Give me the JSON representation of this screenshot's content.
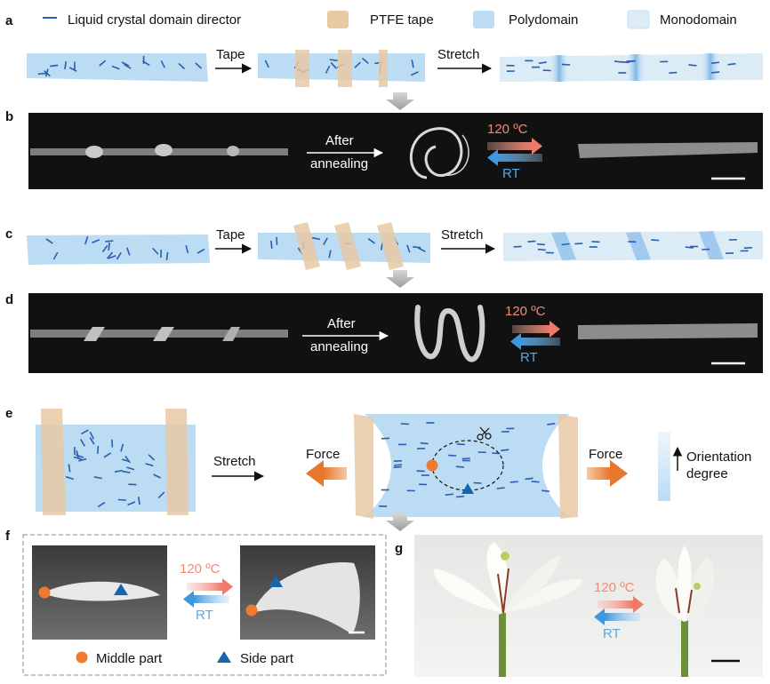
{
  "legend": {
    "director": "Liquid crystal domain director",
    "ptfe": "PTFE tape",
    "poly": "Polydomain",
    "mono": "Monodomain"
  },
  "panels": {
    "a": "a",
    "b": "b",
    "c": "c",
    "d": "d",
    "e": "e",
    "f": "f",
    "g": "g"
  },
  "steps": {
    "tape": "Tape",
    "stretch": "Stretch",
    "after": "After",
    "annealing": "annealing"
  },
  "temps": {
    "hot": "120 ºC",
    "rt": "RT"
  },
  "panel_e": {
    "force": "Force",
    "orientation": "Orientation",
    "degree": "degree"
  },
  "panel_f": {
    "middle": "Middle part",
    "side": "Side part"
  },
  "colors": {
    "director": "#2a5db0",
    "poly": "#bcdcf3",
    "mono": "#dcecf7",
    "tape": "#e7c9a4",
    "hot": "#f08a78",
    "cold": "#5aa8e0",
    "force": "#e8772e",
    "marker_circle": "#ee7b30",
    "marker_triangle": "#1565b0"
  },
  "icons": {
    "scissors": "scissors-icon",
    "arrow": "arrow-right-icon"
  }
}
